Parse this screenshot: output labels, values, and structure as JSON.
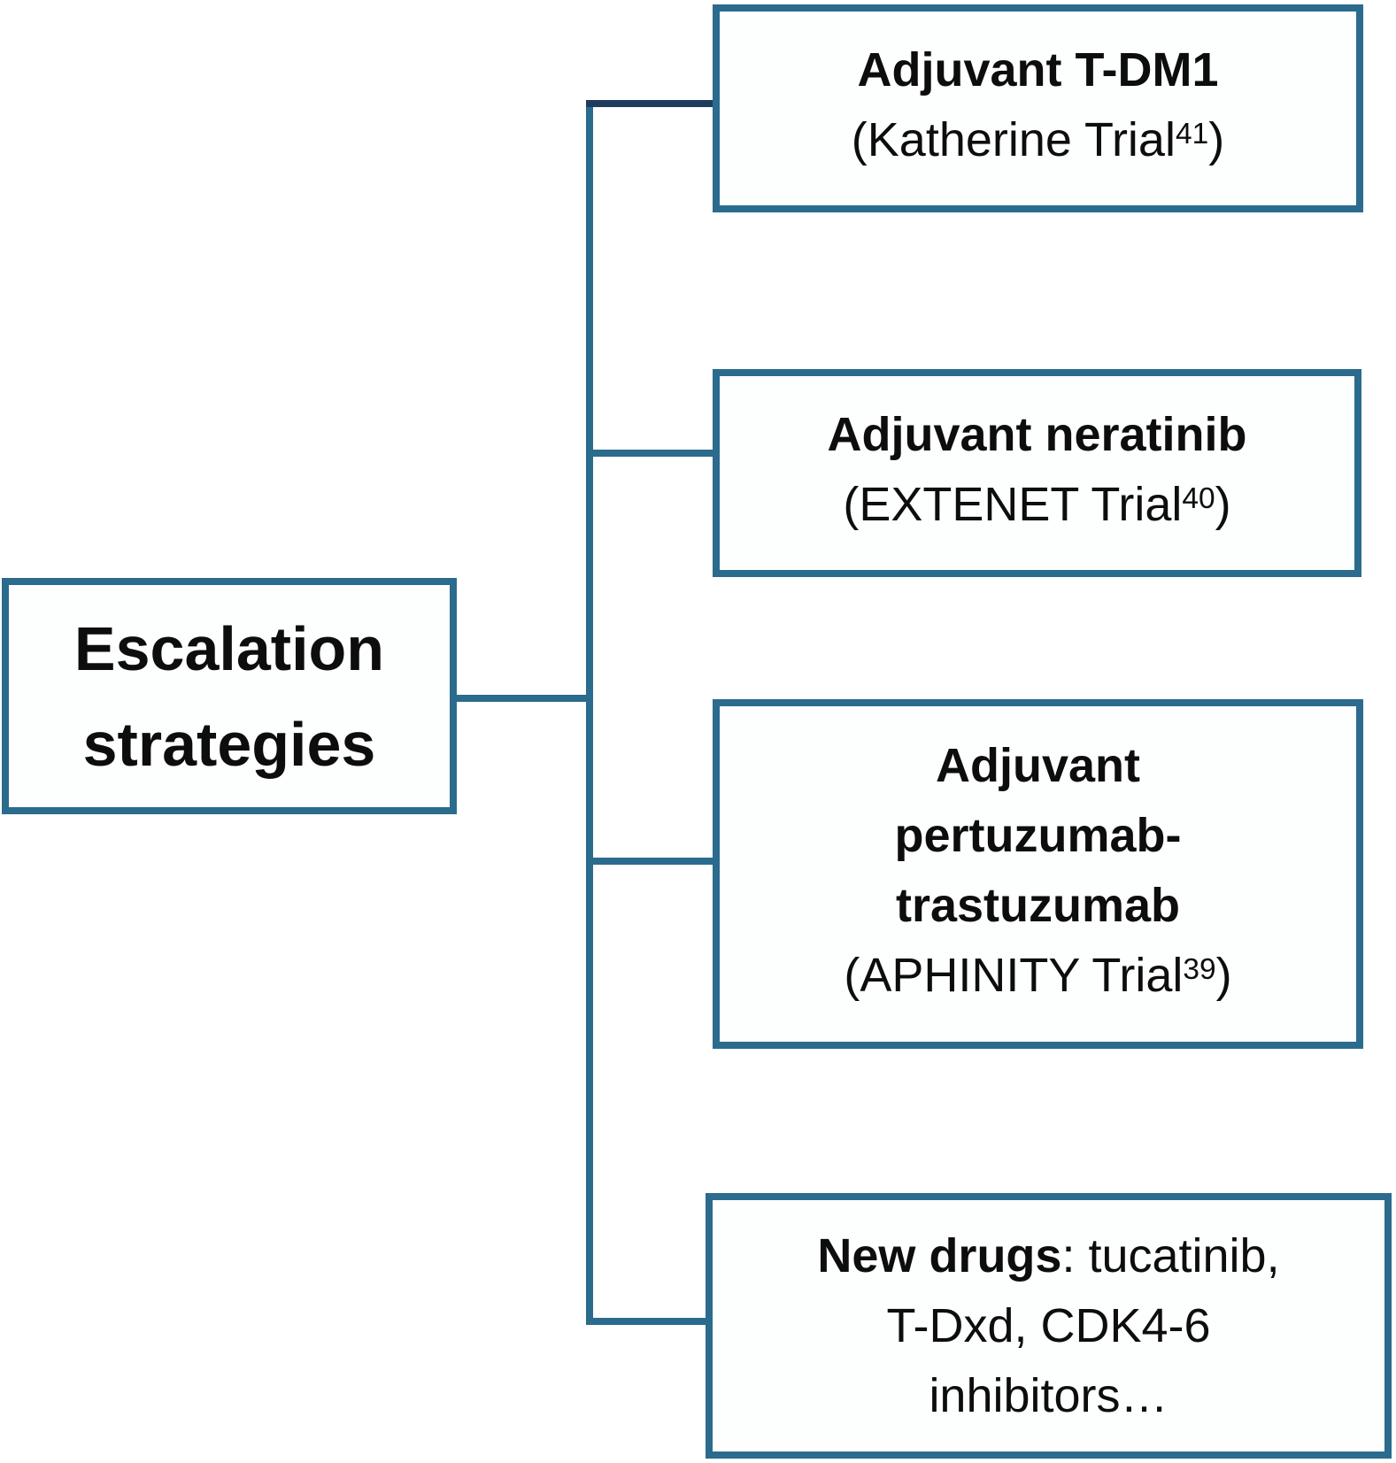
{
  "colors": {
    "border": "#2b6b8d",
    "connector": "#2b6b8d",
    "connector_dark": "#1f3c5f",
    "text": "#0d0d0d",
    "background": "#ffffff"
  },
  "root": {
    "line1": "Escalation",
    "line2": "strategies"
  },
  "boxes": {
    "tdm1": {
      "title": "Adjuvant T-DM1",
      "trial_open": "(Katherine Trial",
      "trial_sup": "41",
      "trial_close": ")"
    },
    "neratinib": {
      "title": "Adjuvant neratinib",
      "trial_open": "(EXTENET Trial",
      "trial_sup": "40",
      "trial_close": ")"
    },
    "pertuzumab": {
      "title_line1": "Adjuvant",
      "title_line2": "pertuzumab-",
      "title_line3": "trastuzumab",
      "trial_open": "(APHINITY Trial",
      "trial_sup": "39",
      "trial_close": ")"
    },
    "new_drugs": {
      "lead": "New drugs",
      "line1_rest": ": tucatinib,",
      "line2": "T-Dxd, CDK4-6",
      "line3": "inhibitors…"
    }
  }
}
